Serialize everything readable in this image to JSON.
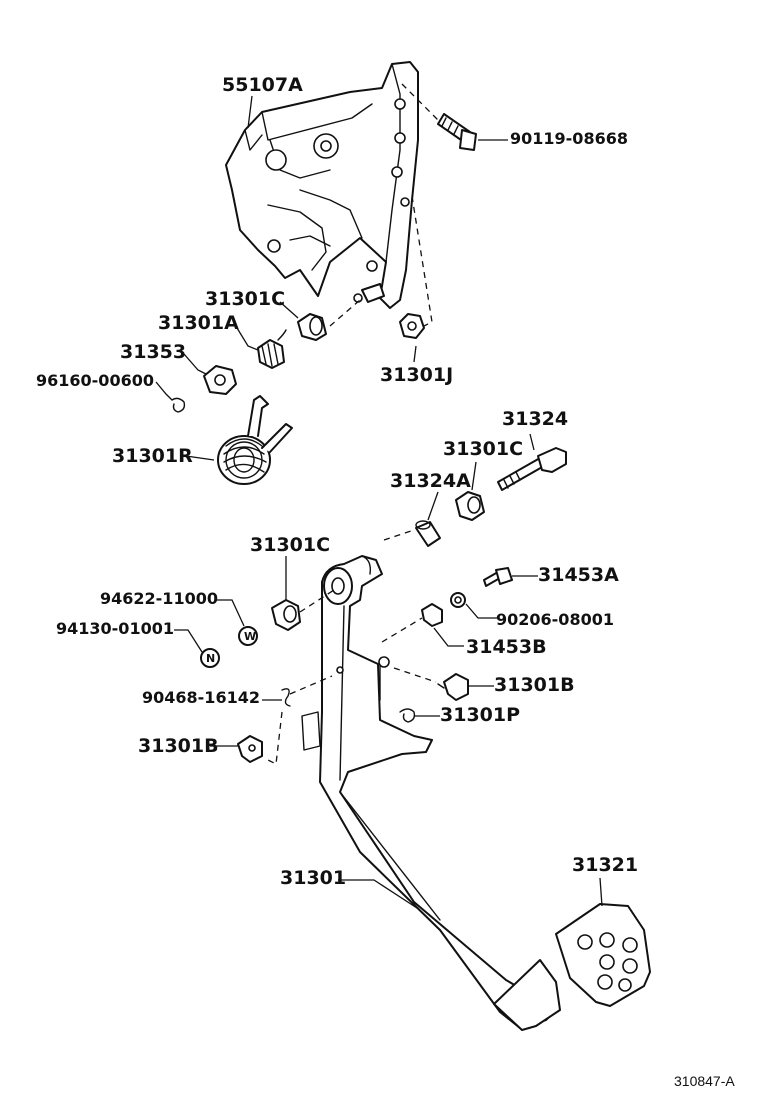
{
  "diagram": {
    "reference_code": "310847-A",
    "washer_symbol": "W",
    "nut_symbol": "N",
    "labels": {
      "p55107A": "55107A",
      "p90119": "90119-08668",
      "p31301C_top": "31301C",
      "p31301A": "31301A",
      "p31353": "31353",
      "p96160": "96160-00600",
      "p31301J": "31301J",
      "p31301R": "31301R",
      "p31324": "31324",
      "p31301C_mid": "31301C",
      "p31324A": "31324A",
      "p31301C_left": "31301C",
      "p31453A": "31453A",
      "p94622": "94622-11000",
      "p90206": "90206-08001",
      "p94130": "94130-01001",
      "p31453B": "31453B",
      "p31301B_right": "31301B",
      "p90468": "90468-16142",
      "p31301P": "31301P",
      "p31301B_left": "31301B",
      "p31301": "31301",
      "p31321": "31321"
    }
  }
}
